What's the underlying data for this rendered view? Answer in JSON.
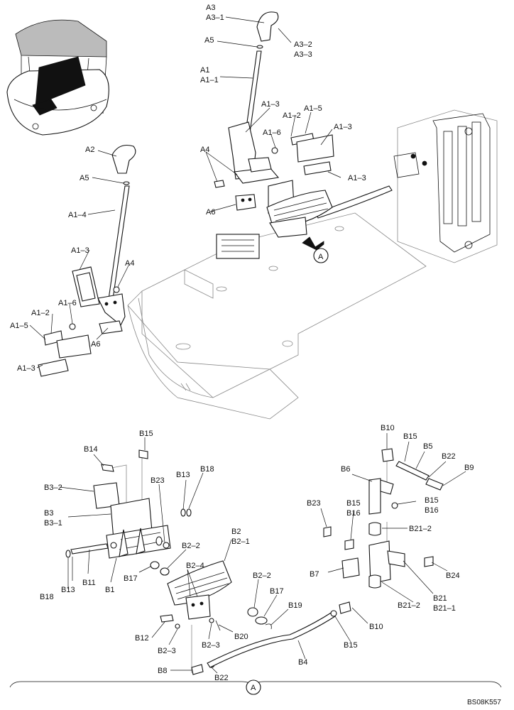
{
  "labels": {
    "a3": "A3",
    "a3_1": "A3–1",
    "a3_2": "A3–2",
    "a3_3": "A3–3",
    "a5_top": "A5",
    "a1": "A1",
    "a1_1": "A1–1",
    "a1_3_a": "A1–3",
    "a1_2_a": "A1–2",
    "a1_5_a": "A1–5",
    "a1_3_b": "A1–3",
    "a1_6_a": "A1–6",
    "a4_top": "A4",
    "a1_3_c": "A1–3",
    "a6_top": "A6",
    "a2": "A2",
    "a5_left": "A5",
    "a1_4": "A1–4",
    "a1_3_d": "A1–3",
    "a4_left": "A4",
    "a1_6_b": "A1–6",
    "a1_2_b": "A1–2",
    "a1_5_b": "A1–5",
    "a6_left": "A6",
    "a1_3_e": "A1–3",
    "b15_a": "B15",
    "b14": "B14",
    "b13_a": "B13",
    "b18_a": "B18",
    "b23_a": "B23",
    "b3_2": "B3–2",
    "b3": "B3",
    "b3_1": "B3–1",
    "b2": "B2",
    "b2_1": "B2–1",
    "b2_2_a": "B2–2",
    "b2_4": "B2–4",
    "b18_b": "B18",
    "b13_b": "B13",
    "b11": "B11",
    "b1": "B1",
    "b17_a": "B17",
    "b2_2_b": "B2–2",
    "b17_b": "B17",
    "b19": "B19",
    "b12": "B12",
    "b2_3_a": "B2–3",
    "b2_3_b": "B2–3",
    "b20": "B20",
    "b8": "B8",
    "b22_a": "B22",
    "b10_a": "B10",
    "b15_b": "B15",
    "b5": "B5",
    "b22_b": "B22",
    "b9": "B9",
    "b6": "B6",
    "b15_c": "B15",
    "b16_a": "B16",
    "b23_b": "B23",
    "b15_d": "B15",
    "b16_b": "B16",
    "b21_2_a": "B21–2",
    "b24": "B24",
    "b7": "B7",
    "b21": "B21",
    "b21_1": "B21–1",
    "b21_2_b": "B21–2",
    "b10_b": "B10",
    "b15_e": "B15",
    "b4": "B4",
    "view_a_top": "A",
    "view_a_bottom": "A"
  },
  "drawing_code": "BS08K557"
}
